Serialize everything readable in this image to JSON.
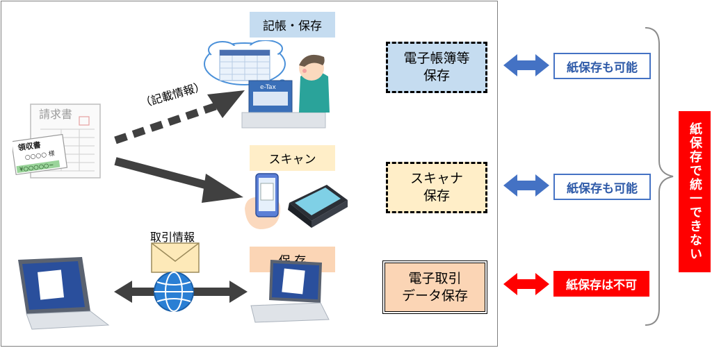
{
  "left_panel": {
    "bookkeeping_label": "記帳・保存",
    "scan_label": "スキャン",
    "save_label": "保 存",
    "record_info_label": "（記載情報）",
    "transaction_info_label": "取引情報",
    "invoice_title": "請求書",
    "receipt_title": "領収書",
    "receipt_name": "○○○○ 様",
    "receipt_amount": "¥○○○○○−",
    "etax_label": "e-Tax",
    "doc_sheet_title": "請求書"
  },
  "storage": {
    "electronic_books": [
      "電子帳簿等",
      "保存"
    ],
    "scanner": [
      "スキャナ",
      "保存"
    ],
    "electronic_transaction": [
      "電子取引",
      "データ保存"
    ]
  },
  "badges": {
    "paper_ok_1": "紙保存も可能",
    "paper_ok_2": "紙保存も可能",
    "paper_ng": "紙保存は不可"
  },
  "summary_label": "紙保存で統一できない",
  "colors": {
    "blue_box": "#c5dcf0",
    "yellow_box": "#ffeec8",
    "peach_box": "#fbd5b5",
    "blue_arrow": "#4472c4",
    "red": "#ff0000",
    "dark_arrow": "#404040"
  }
}
